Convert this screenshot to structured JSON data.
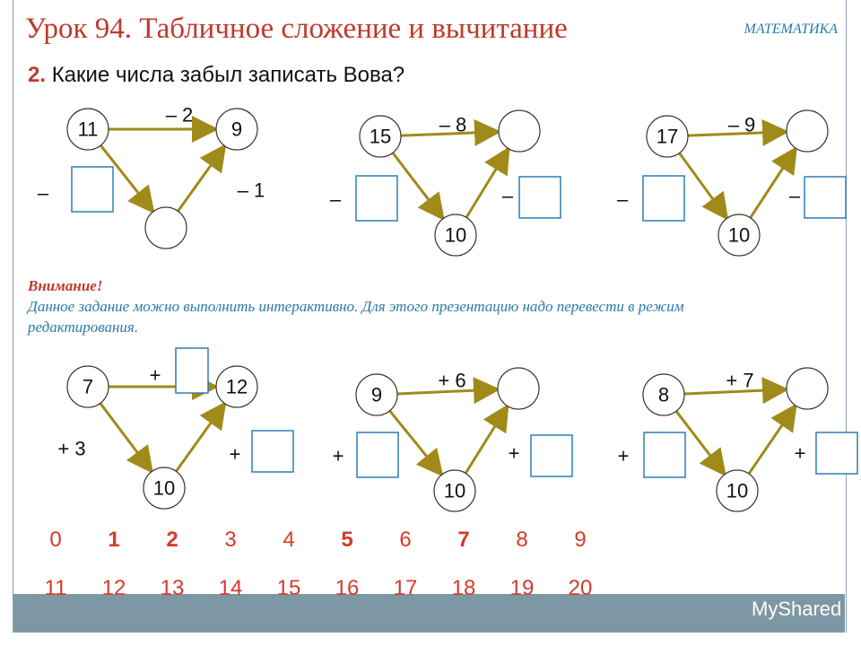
{
  "title": "Урок 94. Табличное сложение и вычитание",
  "subject": "МАТЕМАТИКА",
  "question": {
    "number": "2.",
    "text": "Какие числа забыл записать Вова?"
  },
  "notice": {
    "heading": "Внимание!",
    "text": "Данное задание можно выполнить интерактивно. Для этого презентацию надо перевести в режим редактирования."
  },
  "diagrams": [
    {
      "top_start": "11",
      "top_end": "9",
      "bottom": "",
      "top_op": "– 2",
      "left_op": "–",
      "right_op": "– 1"
    },
    {
      "top_start": "15",
      "top_end": "",
      "bottom": "10",
      "top_op": "– 8",
      "left_op": "–",
      "right_op": "–"
    },
    {
      "top_start": "17",
      "top_end": "",
      "bottom": "10",
      "top_op": "– 9",
      "left_op": "–",
      "right_op": "–"
    },
    {
      "top_start": "7",
      "top_end": "12",
      "bottom": "10",
      "top_op": "+",
      "left_op": "+ 3",
      "right_op": "+"
    },
    {
      "top_start": "9",
      "top_end": "",
      "bottom": "10",
      "top_op": "+ 6",
      "left_op": "+",
      "right_op": "+"
    },
    {
      "top_start": "8",
      "top_end": "",
      "bottom": "10",
      "top_op": "+ 7",
      "left_op": "+",
      "right_op": "+"
    }
  ],
  "digits": [
    "0",
    "1",
    "2",
    "3",
    "4",
    "5",
    "6",
    "7",
    "8",
    "9"
  ],
  "bold_digits": [
    "1",
    "2",
    "5",
    "7"
  ],
  "numbers": [
    "11",
    "12",
    "13",
    "14",
    "15",
    "16",
    "17",
    "18",
    "19",
    "20"
  ],
  "logo": "MyShared",
  "colors": {
    "title": "#c0392b",
    "notice": "#2a7aa8",
    "numbers": "#d63a2a",
    "arrow": "#a08a1a",
    "answer_box": "#2e7db5",
    "bar": "#7d98a4"
  }
}
